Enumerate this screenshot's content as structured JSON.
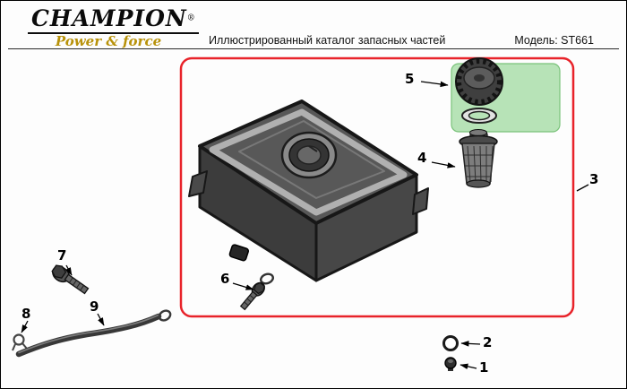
{
  "header": {
    "brand": "CHAMPION",
    "registered_mark": "®",
    "tagline": "Power & force",
    "title": "Иллюстрированный каталог запасных частей",
    "model": "Модель: ST661"
  },
  "diagram": {
    "callouts": [
      "1",
      "2",
      "3",
      "4",
      "5",
      "6",
      "7",
      "8",
      "9"
    ],
    "colors": {
      "highlight_box_red": "#e8232a",
      "group_box_green_fill": "#b7e3b7",
      "group_box_green_border": "#79c279",
      "brand_gold": "#b8920a"
    }
  }
}
